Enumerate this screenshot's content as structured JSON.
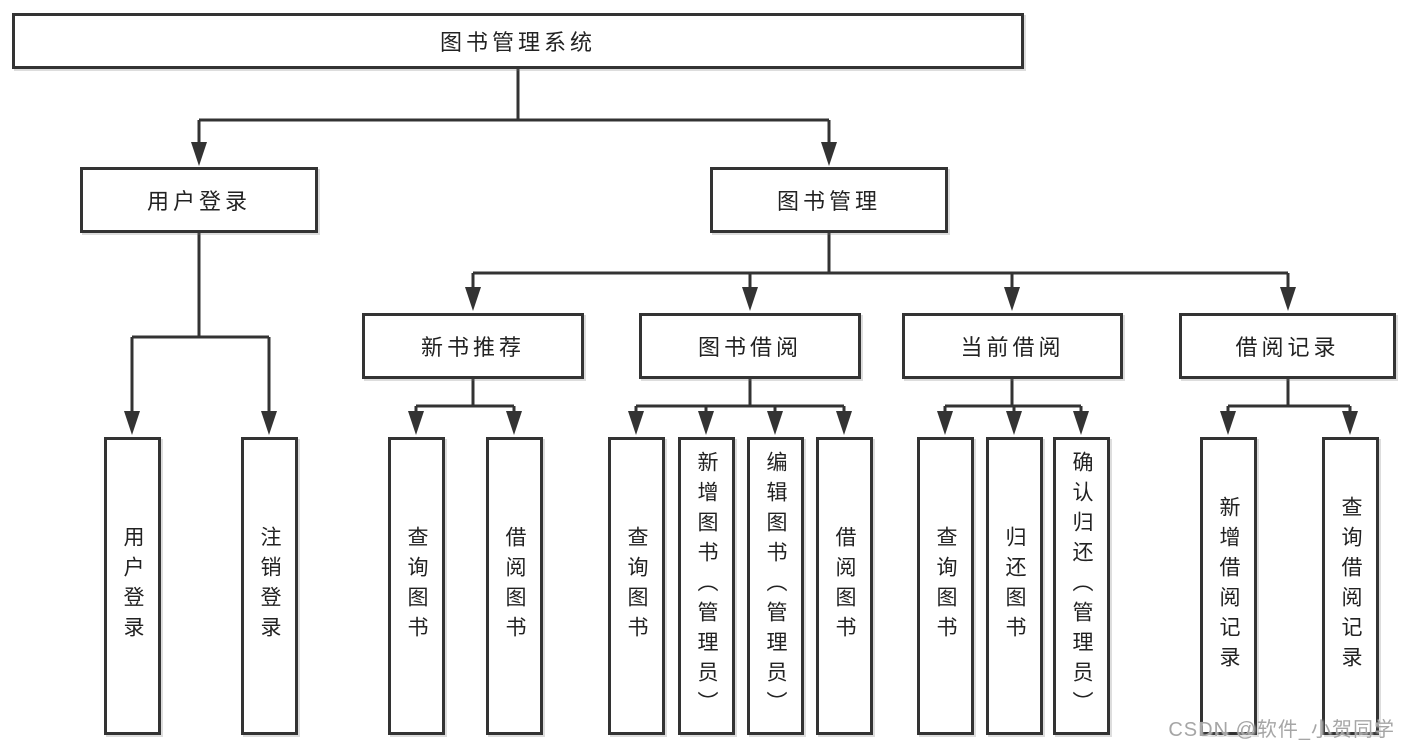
{
  "diagram_type": "function-structure-tree",
  "tree": {
    "label": "图书管理系统",
    "children": [
      {
        "label": "用户登录",
        "children": [
          {
            "label": "用户登录"
          },
          {
            "label": "注销登录"
          }
        ]
      },
      {
        "label": "图书管理",
        "children": [
          {
            "label": "新书推荐",
            "children": [
              {
                "label": "查询图书"
              },
              {
                "label": "借阅图书"
              }
            ]
          },
          {
            "label": "图书借阅",
            "children": [
              {
                "label": "查询图书"
              },
              {
                "label": "新增图书（管理员）"
              },
              {
                "label": "编辑图书（管理员）"
              },
              {
                "label": "借阅图书"
              }
            ]
          },
          {
            "label": "当前借阅",
            "children": [
              {
                "label": "查询图书"
              },
              {
                "label": "归还图书"
              },
              {
                "label": "确认归还（管理员）"
              }
            ]
          },
          {
            "label": "借阅记录",
            "children": [
              {
                "label": "新增借阅记录"
              },
              {
                "label": "查询借阅记录"
              }
            ]
          }
        ]
      }
    ]
  },
  "watermark": {
    "text": "CSDN @软件_小贺同学"
  },
  "colors": {
    "line": "#333333",
    "box_border": "#333333",
    "box_background": "#ffffff",
    "text": "#222222",
    "watermark": "#a6a6a6"
  }
}
